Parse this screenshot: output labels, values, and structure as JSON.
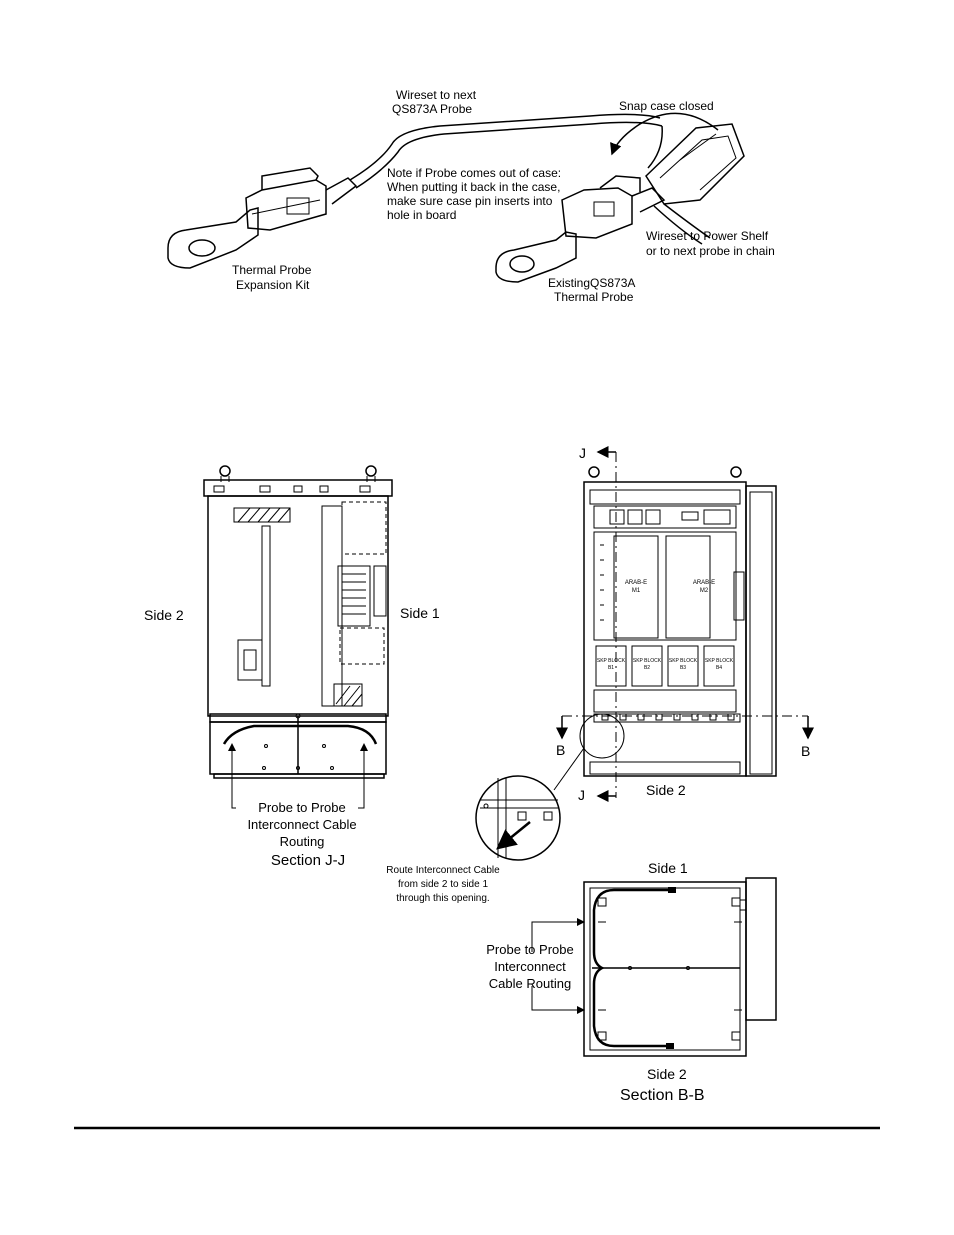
{
  "probe_figure": {
    "wireset_next_line1": "Wireset to next",
    "wireset_next_line2": "QS873A Probe",
    "snap_case": "Snap case closed",
    "note_line1": "Note if Probe comes out of case:",
    "note_line2": "When putting it back in the case,",
    "note_line3": "make sure case pin inserts into",
    "note_line4": "hole in board",
    "wireset_power_line1": "Wireset to Power Shelf",
    "wireset_power_line2": "or to next probe in chain",
    "kit_line1": "Thermal Probe",
    "kit_line2": "Expansion Kit",
    "existing_line1": "ExistingQS873A",
    "existing_line2": "Thermal Probe"
  },
  "section_jj": {
    "side2": "Side 2",
    "side1": "Side 1",
    "routing_line1": "Probe to Probe",
    "routing_line2": "Interconnect Cable",
    "routing_line3": "Routing",
    "title": "Section J-J"
  },
  "front_view": {
    "j_top": "J",
    "j_bottom": "J",
    "b_left": "B",
    "b_right": "B",
    "side2": "Side 2",
    "rect1_line1": "ARAB-E",
    "rect1_line2": "M1",
    "rect2_line1": "ARAB-E",
    "rect2_line2": "M2",
    "block1_line1": "SKP BLOCK",
    "block1_line2": "B1",
    "block2_line1": "SKP BLOCK",
    "block2_line2": "B2",
    "block3_line1": "SKP BLOCK",
    "block3_line2": "B3",
    "block4_line1": "SKP BLOCK",
    "block4_line2": "B4"
  },
  "detail_callout": {
    "line1": "Route Interconnect Cable",
    "line2": "from side 2 to side 1",
    "line3": "through this opening."
  },
  "section_bb": {
    "side1": "Side 1",
    "routing_line1": "Probe to Probe",
    "routing_line2": "Interconnect",
    "routing_line3": "Cable Routing",
    "side2": "Side 2",
    "title": "Section  B-B"
  }
}
